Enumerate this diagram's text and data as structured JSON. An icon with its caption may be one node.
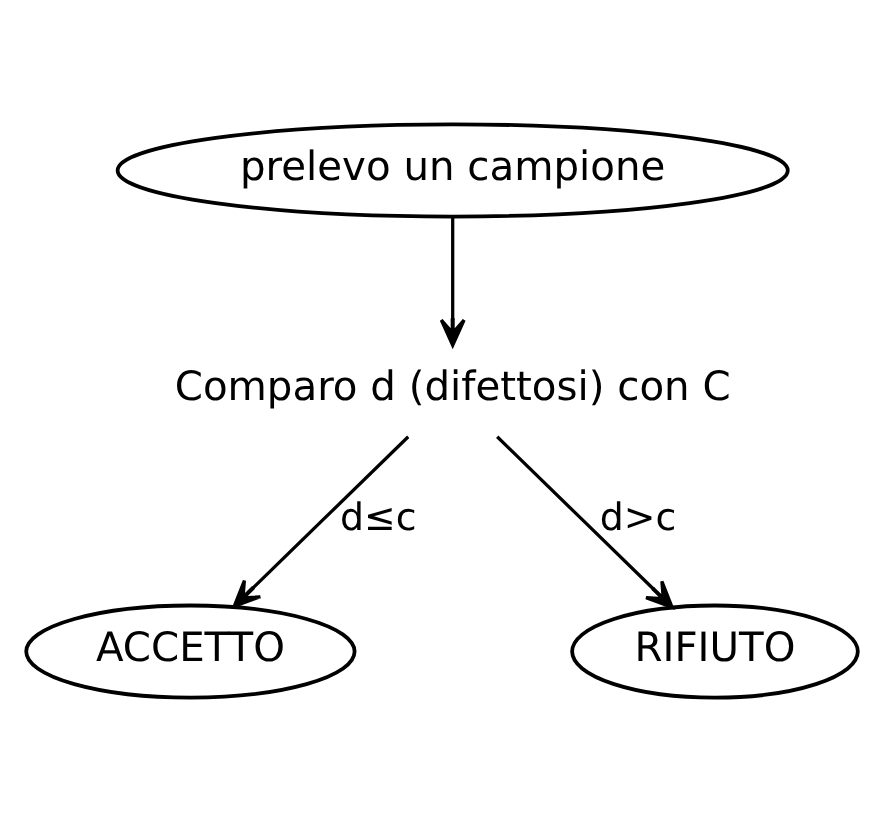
{
  "diagram": {
    "nodes": [
      {
        "text": [
          "prelevo un campione"
        ]
      },
      {
        "text": [
          "Comparo d (difettosi) con C"
        ]
      },
      {
        "text": [
          "ACCETTO"
        ]
      },
      {
        "text": [
          "RIFIUTO"
        ]
      }
    ],
    "edges": [
      {
        "from": 0,
        "to": 1,
        "arrow": "to"
      },
      {
        "from": 1,
        "to": 2,
        "arrow": "to",
        "label": "d≤c"
      },
      {
        "from": 1,
        "to": 3,
        "arrow": "to",
        "label": "d>c"
      }
    ]
  }
}
